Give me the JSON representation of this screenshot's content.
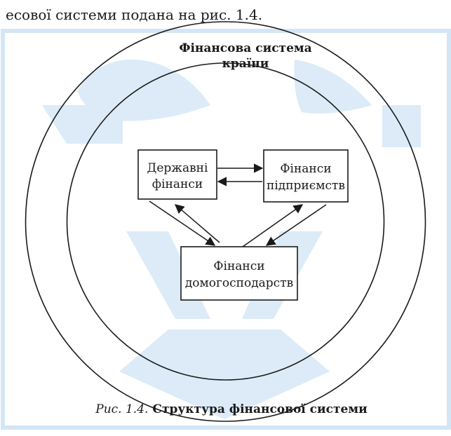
{
  "header_text": "есової системи подана на рис. 1.4.",
  "diagram": {
    "outer_label_line1": "Фінансова система",
    "outer_label_line2": "країни",
    "box_state_line1": "Державні",
    "box_state_line2": "фінанси",
    "box_enterprise_line1": "Фінанси",
    "box_enterprise_line2": "підприємств",
    "box_household_line1": "Фінанси",
    "box_household_line2": "домогосподарств"
  },
  "caption": {
    "prefix": "Рис. 1.4.",
    "title": "Структура фінансової системи"
  },
  "colors": {
    "watermark": "#dcebf7",
    "frame": "#d3e6f5",
    "line": "#1a1a1a"
  }
}
